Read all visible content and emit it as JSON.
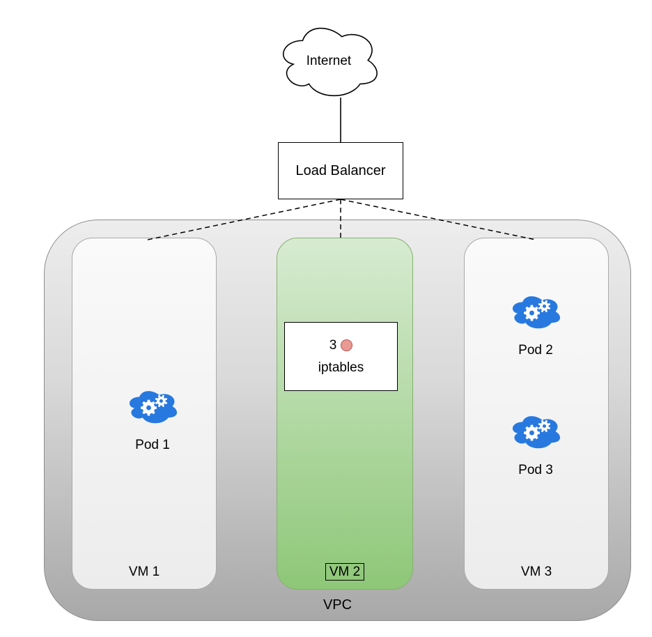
{
  "internet": {
    "label": "Internet"
  },
  "load_balancer": {
    "label": "Load Balancer"
  },
  "vpc": {
    "label": "VPC",
    "vms": [
      {
        "label": "VM 1",
        "highlighted": false,
        "pods": [
          "Pod 1"
        ]
      },
      {
        "label": "VM 2",
        "highlighted": true,
        "iptables": {
          "count": "3",
          "label": "iptables"
        }
      },
      {
        "label": "VM 3",
        "highlighted": false,
        "pods": [
          "Pod 2",
          "Pod 3"
        ]
      }
    ]
  },
  "colors": {
    "pod_blue": "#2879df",
    "vm_default_fill": "#f5f5f5",
    "vm_highlight_top": "#d7ebd1",
    "vm_highlight_bottom": "#8ec778",
    "vpc_top": "#ededed",
    "vpc_bottom": "#a8a8a8",
    "marker_fill": "#ea9a95",
    "marker_stroke": "#b85450",
    "edge": "#000000"
  }
}
